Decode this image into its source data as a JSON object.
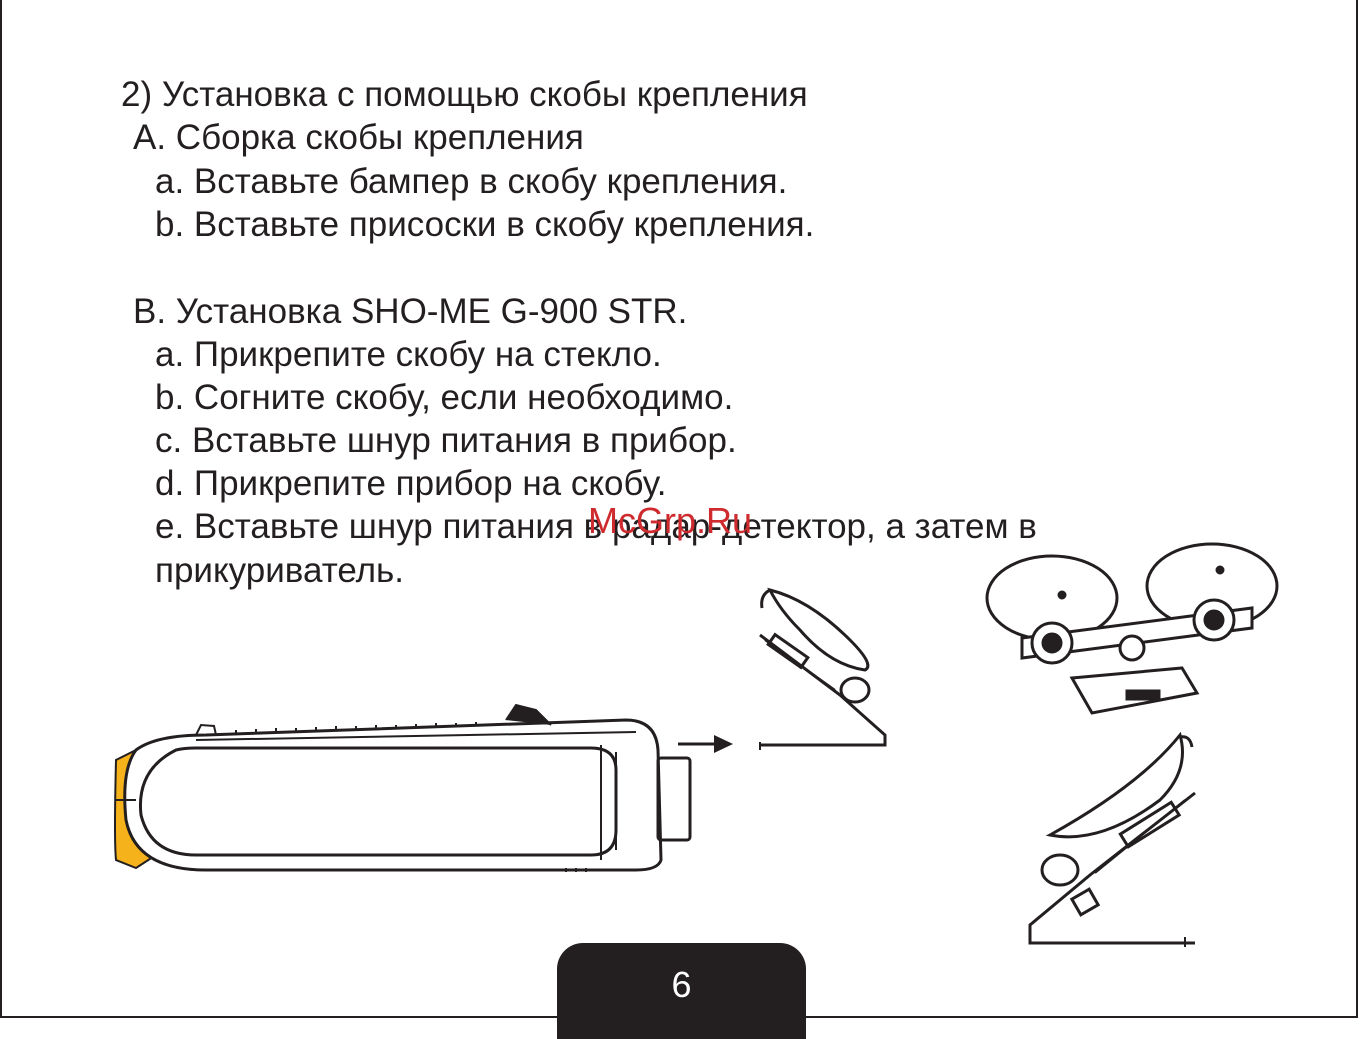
{
  "content": {
    "heading": "2) Установка с помощью скобы крепления",
    "section_a": {
      "title": "A.  Сборка скобы крепления",
      "steps": [
        "a.  Вставьте бампер в скобу крепления.",
        "b.  Вставьте присоски в скобу крепления."
      ]
    },
    "section_b": {
      "title": "B. Установка SHO-ME G-900 STR.",
      "steps": [
        "a. Прикрепите скобу на стекло.",
        "b. Согните скобу, если необходимо.",
        "c. Вставьте шнур питания в прибор.",
        "d. Прикрепите прибор на скобу.",
        "e. Вставьте шнур питания в радар-детектор, а затем в",
        "прикуриватель."
      ]
    }
  },
  "watermark": "McGrp.Ru",
  "page_number": "6",
  "illustrations": {
    "device": "radar-detector-side-view",
    "arrow": "arrow-right-icon",
    "bracket_side": "bracket-with-suction-cup",
    "bracket_top": "bracket-with-two-suction-cups",
    "bracket_bottom": "bracket-mounted-suction-cup"
  },
  "colors": {
    "ink": "#231f20",
    "watermark": "#cf2a2e",
    "bumper": "#f5b21b"
  }
}
